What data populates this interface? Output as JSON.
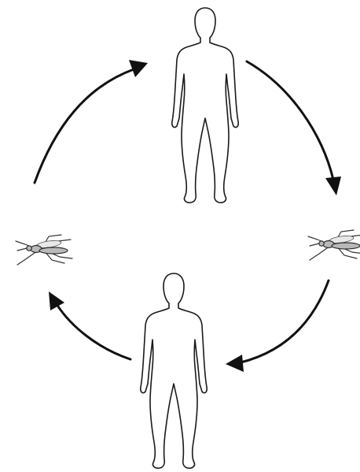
{
  "diagram": {
    "kind": "transmission-cycle",
    "nodes": [
      {
        "id": "human-top",
        "icon": "human-icon"
      },
      {
        "id": "mosquito-right",
        "icon": "mosquito-icon"
      },
      {
        "id": "human-bottom",
        "icon": "human-icon"
      },
      {
        "id": "mosquito-left",
        "icon": "mosquito-icon"
      }
    ],
    "edges": [
      {
        "from": "mosquito-left",
        "to": "human-top",
        "direction": "clockwise"
      },
      {
        "from": "human-top",
        "to": "mosquito-right",
        "direction": "clockwise"
      },
      {
        "from": "mosquito-right",
        "to": "human-bottom",
        "direction": "clockwise"
      },
      {
        "from": "human-bottom",
        "to": "mosquito-left",
        "direction": "clockwise"
      }
    ],
    "colors": {
      "line": "#111111",
      "background": "#ffffff"
    }
  }
}
